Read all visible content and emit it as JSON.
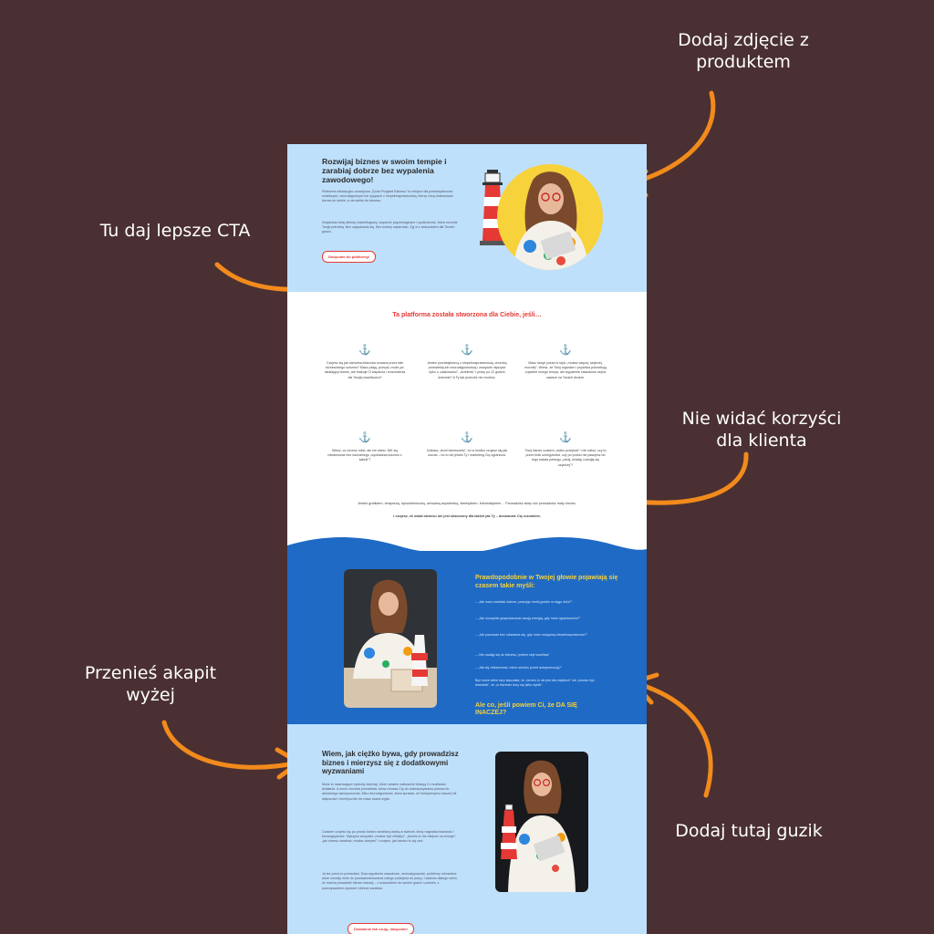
{
  "annotations": {
    "product_photo": "Dodaj zdjęcie z produktem",
    "better_cta": "Tu daj lepsze CTA",
    "benefits": "Nie widać korzyści dla klienta",
    "move_paragraph": "Przenieś akapit wyżej",
    "add_button": "Dodaj tutaj guzik"
  },
  "colors": {
    "background": "#4a3032",
    "arrow": "#f28a1c",
    "accent": "#e53935",
    "light_blue": "#bfe0fb",
    "dark_blue": "#1f6ac5",
    "yellow": "#f7d23a"
  },
  "hero": {
    "title": "Rozwijaj biznes w swoim tempie i zarabiaj dobrze bez wypalenia zawodowego!",
    "paragraph_1": "Platforma edukacyjno-rozwojowa „Życia Przyjazd Biznesu” to miejsce dla przedsiębiorców wrażliwych, neuroatypowych lub żyjących z niepełnosprawnością, którzy chcą dostosować biznes do siebie, a nie siebie do biznesu.",
    "paragraph_2": "Znajdziesz tutaj wiedzę marketingową, wsparcie psychologiczne i społeczność, która rozumie Twoje potrzeby. Bez zapędzania się. Bez kultury zapierdolu. Żyj w z szacunkiem dla Twoich granic.",
    "cta_label": "Dołączam do platformy!"
  },
  "for_you": {
    "title": "Ta platforma została stworzona dla Ciebie, jeśli…",
    "features": [
      {
        "icon": "anchor-icon",
        "text": "Czujesz się jak samotna łódeczka rzucana przez fale biznesowego sztormu? Masz pasję, pomysł, może już działający biznes, ale brakuje Ci wsparcia i zrozumienia dla Twojej wrażliwości?"
      },
      {
        "icon": "anchor-icon",
        "text": "Jesteś przedsiębiorcą z niepełnosprawnością, chorobą przewlekłą lub neuroatypowością i wszędzie słyszysz tylko o „skalowaniu”, „dzieleniu” i pracy po 12 godzin dziennie? A Ty tak przecież nie możesz."
      },
      {
        "icon": "anchor-icon",
        "text": "Masz dosyć porad w stylu „musisz więcej, szybciej, mocniej”. Wiesz, że Twój organizm i psychika potrzebują zupełnie innego tempa, ale wypalenie zawodowe czyha zawsze na Twoich drodze."
      },
      {
        "icon": "anchor-icon",
        "text": "Wiesz, co chcesz robić, ale nie wiesz JAK się reklamować bez nachalnego „wyciskania ludziom z kabuli”?"
      },
      {
        "icon": "anchor-icon",
        "text": "Unikasz „teorii biznesowej”, bo w środku czujesz się jak oszust – bo to nie jesteś Ty i marketing Cię ogranicza."
      },
      {
        "icon": "anchor-icon",
        "text": "Twój biznes czasem „ciotko przejście” i nie wiesz, czy to przez brak umiejętności, czy po prostu nie pasujesz do tego świata pełnego „ciśnij, działaj, rozwijaj się szybciej”?"
      }
    ],
    "line_1": "Jesteś grafikiem, terapeutą, rękodzielniczką, wirtualną asystentką, dietetykiem, informatykiem… Prowadzisz sklep lub prowadzisz mały biznes.",
    "line_2": "I czujesz, że świat biznesu nie jest stworzony dla takich jak Ty – doskonale Cię rozumiem."
  },
  "thoughts": {
    "title": "Prawdopodobnie w Twojej głowie pojawiają się czasem takie myśli:",
    "items": [
      "– „Jak mam zarabiać dobrze, pracując mniej godzin w ciągu dnia?”",
      "– „Jak rozsądnie gospodarować swoją energią, gdy mam ograniczenia?”",
      "– „Jak pracować bez udawania się, gdy mam mózgową niepełnosprawność?”",
      "– „Nie nadaję się do biznesu, jestem zbyt wrażliwa”",
      "– „Jak się reklamować, mimo strachu przed autopromocją?”"
    ],
    "closing": "Być może wiele razy słyszałaś, że „biznes to nie jest dla miękkich” lub „musisz być twardziel”, że „w biznesie liczy się tylko wynik”.",
    "final": "Ale co, jeśli powiem Ci, że DA SIĘ INACZEJ?"
  },
  "bottom": {
    "title": "Wiem, jak ciężko bywa, gdy prowadzisz biznes i mierzysz się z dodatkowymi wyzwaniami",
    "paragraph_1": "Może to nawracające epizody depresji, które czasem całkowicie blokują Ci możliwość działania. A może choroba przewlekła, która zmusza Cię do dostosowywania planów do aktualnego samopoczucia. Albo neuroatypowość, która sprawia, że funkcjonujesz inaczej niż większość i teoretycznie nie masz szans wyjść.",
    "paragraph_2": "Czasem czujesz się po prostu bardzo wrażliwą osobą w świecie, który nagradza twardość i bezwzględność. Słyszysz wszędzie „musisz być silniejsz”, „biznes to nie miejsce na emocje”, „jak chcesz zarabiać, musisz cierpieć” i czujesz, jak bardzo to cię rani.",
    "paragraph_3": "Ja też przez to przeszłam. Dwa wypalenia zawodowe, neuroatypowość, problemy zdrowotne, które zmusiły mnie do przewartościowania całego podejścia do pracy. I właśnie dlatego wiem, że można prowadzić biznes inaczej – z szacunkiem do swoich granic i potrzeb, z pokonywaniem wyzwań i dobrze zarabiać.",
    "cta_label": "Dokładnie tak czuję, dołączam!"
  }
}
